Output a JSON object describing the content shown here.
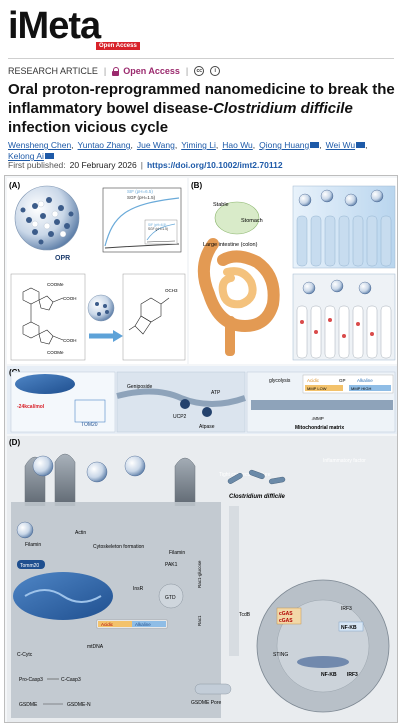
{
  "journal": {
    "logo_main": "iMeta",
    "logo_sub": "Open Access"
  },
  "article_meta": {
    "type": "RESEARCH ARTICLE",
    "access": "Open Access",
    "cc_symbol_1": "cc",
    "cc_symbol_2": "i"
  },
  "title": {
    "part1": "Oral proton-reprogrammed nanomedicine to break the inflammatory bowel disease-",
    "italic": "Clostridium difficile",
    "part2": " infection vicious cycle"
  },
  "authors": [
    {
      "name": "Wensheng Chen",
      "mail": false
    },
    {
      "name": "Yuntao Zhang",
      "mail": false
    },
    {
      "name": "Jue Wang",
      "mail": false
    },
    {
      "name": "Yiming Li",
      "mail": false
    },
    {
      "name": "Hao Wu",
      "mail": false
    },
    {
      "name": "Qiong Huang",
      "mail": true
    },
    {
      "name": "Wei Wu",
      "mail": true
    },
    {
      "name": "Kelong Ai",
      "mail": true
    }
  ],
  "publication": {
    "first_published_label": "First published:",
    "first_published_date": "20 February 2026",
    "separator": "|",
    "doi": "https://doi.org/10.1002/imt2.70112"
  },
  "figure": {
    "panels": [
      "(A)",
      "(B)",
      "(C)",
      "(D)"
    ],
    "panel_a": {
      "label_opr": "OPR",
      "chart_legend": [
        "SIF (pH=6.5)",
        "SGF (pH=1.5)"
      ],
      "inset_legend": [
        "SIF (pH=6.5)",
        "SGF (pH=1.5)"
      ],
      "chem_groups": [
        "COOMe",
        "COOH",
        "COOH",
        "COOMe",
        "OCH3"
      ]
    },
    "panel_b": {
      "stable": "Stable",
      "stomach": "Stomach",
      "large_intestine": "Large intestine (colon)"
    },
    "panel_c": {
      "energy": "-24kcal/mol",
      "tom20": "TOM20",
      "geniposide": "Geniposide",
      "ucp2": "UCP2",
      "atp": "ATP",
      "atpase": "Atpase",
      "glycolysis": "glycolysis",
      "acidic": "Acidic",
      "alkaline": "Alkaline",
      "gp": "GP",
      "mmp_low": "MMP LOW",
      "mmp_high": "MMP HIGH",
      "mmp_arrow": "↓MMP",
      "matrix": "Mitochondrial matrix"
    },
    "panel_d": {
      "tight_junction": "Tight connection failure",
      "c_diff": "Clostridium difficile",
      "inflammatory": "Inflammatory factor",
      "filamin": "Filamin",
      "actin": "Actin",
      "cytoskeleton": "Cytoskeleton formation",
      "pak1": "PAK1",
      "filamin2": "Filamin",
      "tomm20": "Tomm20",
      "insr": "InsR",
      "gtd": "GTD",
      "rac1_glucose": "Rac1-glucose",
      "rac1": "Rac1",
      "tcdb": "TcdB",
      "acidic": "Acidic",
      "alkaline": "Alkaline",
      "ccytc": "C-Cytc",
      "mtdna": "mtDNA",
      "procasp3": "Pro-Casp3",
      "ccasp3": "C-Casp3",
      "gsdme": "GSDME",
      "gsdmen": "GSDME-N",
      "gsdme_pore": "GSDME Pore",
      "cgas1": "cGAS",
      "cgas2": "cGAS",
      "irf3": "IRF3",
      "nfkb": "NF-KB",
      "sting": "STING",
      "nfkb2": "NF-KB",
      "irf3b": "IRF3"
    }
  },
  "colors": {
    "brand_red": "#d8222a",
    "link_blue": "#1e5aa8",
    "open_access": "#9b2a6e"
  }
}
